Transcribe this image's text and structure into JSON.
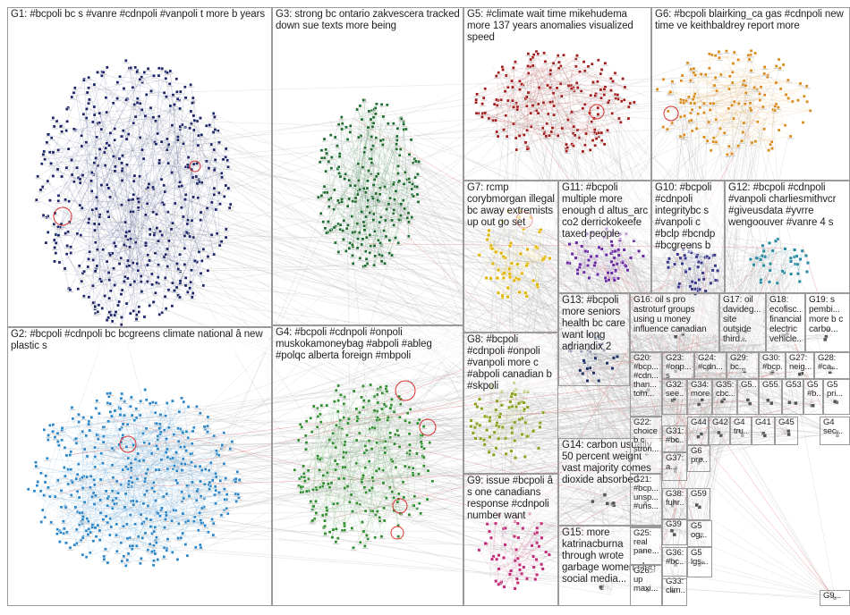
{
  "groups": [
    {
      "id": "G1",
      "label": "G1: #bcpoli bc s #vanre #cdnpoli #vanpoli t more b years",
      "color": "#1a2466"
    },
    {
      "id": "G2",
      "label": "G2: #bcpoli #cdnpoli bc bcgreens climate national â new plastic s",
      "color": "#2a86c8"
    },
    {
      "id": "G3",
      "label": "G3: strong bc ontario zakvescera tracked down sue texts more being",
      "color": "#1e6b2e"
    },
    {
      "id": "G4",
      "label": "G4: #bcpoli #cdnpoli #onpoli muskokamoneybag #abpoli #ableg #polqc alberta foreign #mbpoli",
      "color": "#2e8b2e"
    },
    {
      "id": "G5",
      "label": "G5: #climate wait time mikehudema more 137 years anomalies visualized speed",
      "color": "#a11b1b"
    },
    {
      "id": "G6",
      "label": "G6: #bcpoli blairking_ca gas #cdnpoli new time ve keithbaldrey report more",
      "color": "#d98a1a"
    },
    {
      "id": "G7",
      "label": "G7: rcmp corybmorgan illegal bc away extremists up out go set",
      "color": "#e0b400"
    },
    {
      "id": "G8",
      "label": "G8: #bcpoli #cdnpoli #onpoli #vanpoli more c #abpoli canadian b #skpoli",
      "color": "#8aa020"
    },
    {
      "id": "G9",
      "label": "G9: issue #bcpoli â s one canadians response #cdnpoli number want",
      "color": "#c0307a"
    },
    {
      "id": "G10",
      "label": "G10: #bcpoli #cdnpoli integritybc s #vanpoli c #bclp #bcndp #bcgreens b",
      "color": "#3a3a8a"
    },
    {
      "id": "G11",
      "label": "G11: #bcpoli multiple more enough d altus_arc co2 derrickokeefe taxed people",
      "color": "#6a2aa0"
    },
    {
      "id": "G12",
      "label": "G12: #bcpoli #cdnpoli #vanpoli charliesmithvcr #giveusdata #yvrre wengoouver #vanre 4 s",
      "color": "#2a8aa0"
    },
    {
      "id": "G13",
      "label": "G13: #bcpoli more seniors health bc care want long adriandix 2",
      "color": "#203060"
    },
    {
      "id": "G14",
      "label": "G14: carbon usually 50 percent weight vast majority comes dioxide absorbed",
      "color": "#555555"
    },
    {
      "id": "G15",
      "label": "G15: more katrinacburna through wrote garbage women slog social media...",
      "color": "#555555"
    },
    {
      "id": "G16",
      "label": "G16: oil s pro astroturf groups using u money influence canadian",
      "color": "#555555"
    },
    {
      "id": "G17",
      "label": "G17: oil davideg... site outside third...",
      "color": "#555555"
    },
    {
      "id": "G18",
      "label": "G18: ecofisc... financial electric vehicle...",
      "color": "#555555"
    },
    {
      "id": "G19",
      "label": "G19: s pembi... more b c carbo...",
      "color": "#555555"
    },
    {
      "id": "G20",
      "label": "G20: #bcp... #cdn... than... tom...",
      "color": "#555555"
    },
    {
      "id": "G21",
      "label": "G21: #bcp... unsp... #uns...",
      "color": "#555555"
    },
    {
      "id": "G22",
      "label": "G22: choice b c stron...",
      "color": "#555555"
    },
    {
      "id": "G23",
      "label": "G23: #onp... s",
      "color": "#555555"
    },
    {
      "id": "G24",
      "label": "G24: #cdn...",
      "color": "#555555"
    },
    {
      "id": "G25",
      "label": "G25: real pane...",
      "color": "#555555"
    },
    {
      "id": "G26",
      "label": "G26: up maxi...",
      "color": "#555555"
    },
    {
      "id": "G27",
      "label": "G27: neig...",
      "color": "#555555"
    },
    {
      "id": "G28",
      "label": "G28: #ca...",
      "color": "#555555"
    },
    {
      "id": "G29",
      "label": "G29: bc...",
      "color": "#555555"
    },
    {
      "id": "G30",
      "label": "G30: #bcp...",
      "color": "#555555"
    },
    {
      "id": "G31",
      "label": "G31: #bc...",
      "color": "#555555"
    },
    {
      "id": "G32",
      "label": "G32: see...",
      "color": "#555555"
    },
    {
      "id": "G33",
      "label": "G33: clim...",
      "color": "#555555"
    },
    {
      "id": "G34",
      "label": "G34: more...",
      "color": "#555555"
    },
    {
      "id": "G35",
      "label": "G35: cbc...",
      "color": "#555555"
    },
    {
      "id": "G36",
      "label": "G36: #bc...",
      "color": "#555555"
    },
    {
      "id": "G37",
      "label": "G37: a...",
      "color": "#555555"
    },
    {
      "id": "G38",
      "label": "G38: fuhr...",
      "color": "#555555"
    },
    {
      "id": "G39",
      "label": "G39",
      "color": "#555555"
    },
    {
      "id": "G41",
      "label": "G41",
      "color": "#555555"
    },
    {
      "id": "G42",
      "label": "G42",
      "color": "#555555"
    },
    {
      "id": "G44",
      "label": "G44",
      "color": "#555555"
    },
    {
      "id": "G45",
      "label": "G45",
      "color": "#555555"
    },
    {
      "id": "G4x",
      "label": "G4 tru...",
      "color": "#555555"
    },
    {
      "id": "G50",
      "label": "G5 og...",
      "color": "#555555"
    },
    {
      "id": "G51",
      "label": "G5 lgs...",
      "color": "#555555"
    },
    {
      "id": "G52",
      "label": "G5...",
      "color": "#555555"
    },
    {
      "id": "G53",
      "label": "G53...",
      "color": "#555555"
    },
    {
      "id": "G55",
      "label": "G55...",
      "color": "#555555"
    },
    {
      "id": "G56",
      "label": "G5 #b...",
      "color": "#555555"
    },
    {
      "id": "G57",
      "label": "G5 pri...",
      "color": "#555555"
    },
    {
      "id": "G58",
      "label": "G4 sec...",
      "color": "#555555"
    },
    {
      "id": "G59",
      "label": "G59",
      "color": "#555555"
    },
    {
      "id": "G6x",
      "label": "G6 pre...",
      "color": "#555555"
    },
    {
      "id": "G9x",
      "label": "G9...",
      "color": "#555555"
    }
  ]
}
